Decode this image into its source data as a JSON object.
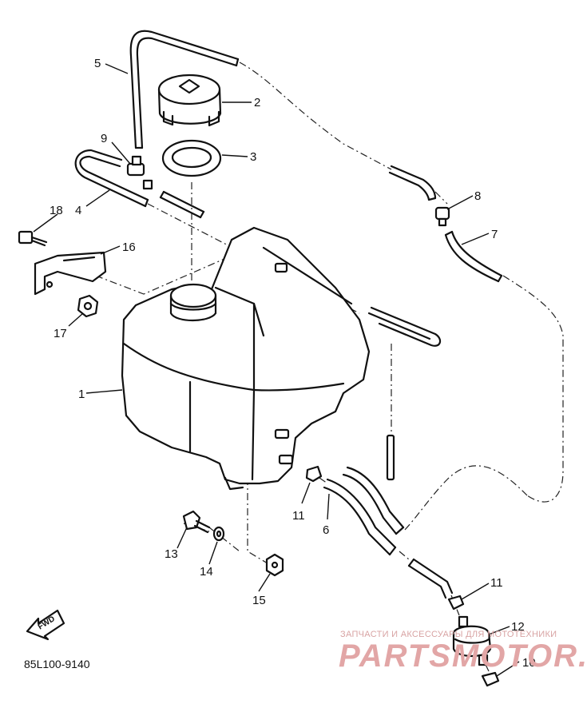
{
  "diagram_code": "85L100-9140",
  "fwd_label": "FWD",
  "watermark": {
    "tagline": "ЗАПЧАСТИ И АКСЕССУАРЫ ДЛЯ МОТОТЕХНИКИ",
    "brand": "PARTSMOTOR.RU"
  },
  "callouts": [
    {
      "id": "1",
      "text": "1"
    },
    {
      "id": "2",
      "text": "2"
    },
    {
      "id": "3",
      "text": "3"
    },
    {
      "id": "4",
      "text": "4"
    },
    {
      "id": "5",
      "text": "5"
    },
    {
      "id": "6",
      "text": "6"
    },
    {
      "id": "7",
      "text": "7"
    },
    {
      "id": "8",
      "text": "8"
    },
    {
      "id": "9",
      "text": "9"
    },
    {
      "id": "10",
      "text": "10"
    },
    {
      "id": "11a",
      "text": "11"
    },
    {
      "id": "11b",
      "text": "11"
    },
    {
      "id": "12",
      "text": "12"
    },
    {
      "id": "13",
      "text": "13"
    },
    {
      "id": "14",
      "text": "14"
    },
    {
      "id": "15",
      "text": "15"
    },
    {
      "id": "16",
      "text": "16"
    },
    {
      "id": "17",
      "text": "17"
    },
    {
      "id": "18",
      "text": "18"
    }
  ]
}
